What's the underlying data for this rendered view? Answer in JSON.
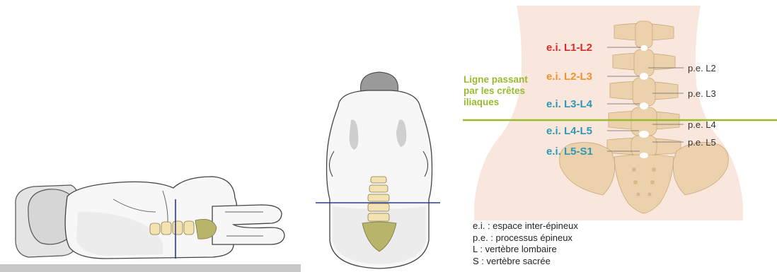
{
  "crest_line": {
    "label_lines": [
      "Ligne passant",
      "par les crêtes",
      "iliaques"
    ],
    "color": "#9aba2e"
  },
  "interspaces": [
    {
      "label": "e.i. L1-L2",
      "color": "#d92b2b"
    },
    {
      "label": "e.i. L2-L3",
      "color": "#f0932b"
    },
    {
      "label": "e.i. L3-L4",
      "color": "#2f98b8"
    },
    {
      "label": "e.i. L4-L5",
      "color": "#2f98b8"
    },
    {
      "label": "e.i. L5-S1",
      "color": "#2f98b8"
    }
  ],
  "spinous_processes": [
    {
      "label": "p.e. L2"
    },
    {
      "label": "p.e. L3"
    },
    {
      "label": "p.e. L4"
    },
    {
      "label": "p.e. L5"
    }
  ],
  "legend": [
    "e.i. : espace inter-épineux",
    "p.e. : processus épineux",
    "L : vertèbre lombaire",
    "S : vertèbre sacrée"
  ],
  "colors": {
    "skin": "#f9e6dc",
    "bone": "#ecd2ac",
    "bone_dark": "#d9b98a",
    "vertical_guide_line": "#2c3b8c",
    "outline": "#444444",
    "table": "#c8c8c8",
    "lumbar_bone_left": "#f3e3b0",
    "sacrum_left": "#b8b46a"
  }
}
